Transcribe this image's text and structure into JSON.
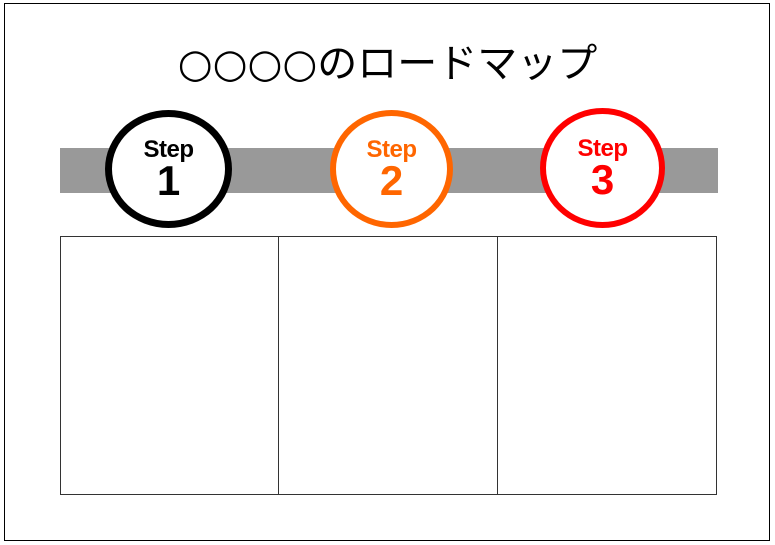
{
  "slide": {
    "title": "○○○○のロードマップ",
    "background_color": "#ffffff",
    "frame_color": "#000000"
  },
  "timeline": {
    "bar_color": "#999999",
    "steps": [
      {
        "id": "step-1",
        "word": "Step",
        "number": "1",
        "color": "#000000"
      },
      {
        "id": "step-2",
        "word": "Step",
        "number": "2",
        "color": "#FF6600"
      },
      {
        "id": "step-3",
        "word": "Step",
        "number": "3",
        "color": "#FF0000"
      }
    ]
  },
  "content": {
    "border_color": "#333333",
    "cells": [
      {
        "id": "cell-1",
        "text": ""
      },
      {
        "id": "cell-2",
        "text": ""
      },
      {
        "id": "cell-3",
        "text": ""
      }
    ]
  }
}
